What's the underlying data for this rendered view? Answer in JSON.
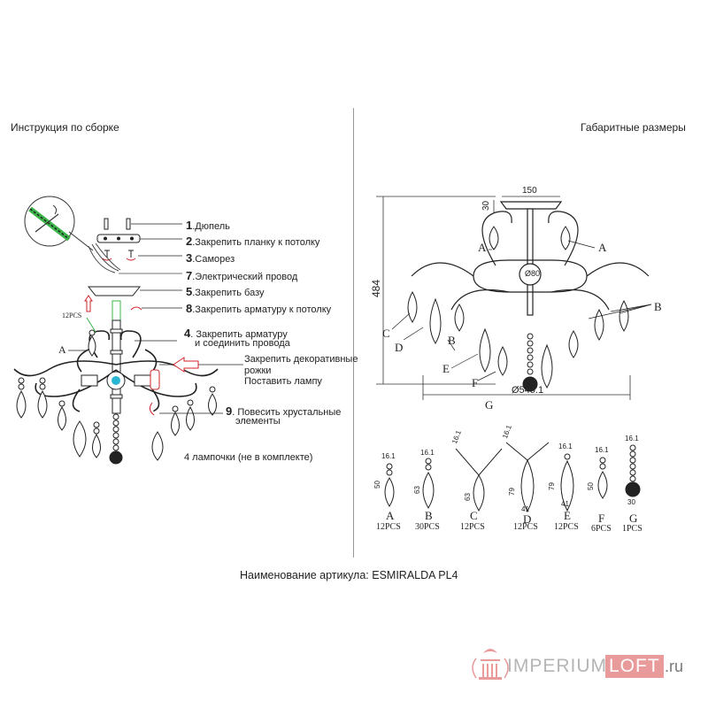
{
  "headers": {
    "left": "Инструкция по сборке",
    "right": "Габаритные размеры",
    "article": "Наименование артикула: ESMIRALDA PL4"
  },
  "steps": [
    {
      "num": "1",
      "text": ".Дюпель"
    },
    {
      "num": "2",
      "text": ".Закрепить планку к потолку"
    },
    {
      "num": "3",
      "text": ".Саморез"
    },
    {
      "num": "7",
      "text": ".Электрический провод"
    },
    {
      "num": "5",
      "text": ".Закрепить базу"
    },
    {
      "num": "8",
      "text": ".Закрепить арматуру к потолку"
    },
    {
      "num": "4",
      "text": ".",
      "line1": "Закрепить арматуру",
      "line2": "и соединить провода"
    },
    {
      "num": "",
      "text": "",
      "line1": "Закрепить декоративные",
      "line2": "рожки"
    },
    {
      "num": "",
      "text": "Поставить лампу"
    },
    {
      "num": "9",
      "text": ".",
      "line1": "Повесить хрустальные",
      "line2": "элементы"
    }
  ],
  "lamps_note": "4 лампочки (не в комплекте)",
  "left_labels": {
    "pcs": "12PCS",
    "a": "A"
  },
  "dimensions": {
    "width_top": "150",
    "height_top": "30",
    "height_total": "484",
    "ball": "Ø80",
    "diameter": "Ø545.1"
  },
  "callouts": [
    "A",
    "A",
    "B",
    "C",
    "D",
    "B",
    "E",
    "F",
    "G"
  ],
  "parts": [
    {
      "letter": "A",
      "qty": "12PCS",
      "d1": "16.1",
      "d2": "50"
    },
    {
      "letter": "B",
      "qty": "30PCS",
      "d1": "16.1",
      "d2": "63"
    },
    {
      "letter": "C",
      "qty": "12PCS",
      "d1": "16.1",
      "d2": "63"
    },
    {
      "letter": "D",
      "qty": "12PCS",
      "d1": "16.1",
      "d2": "79",
      "d3": "41"
    },
    {
      "letter": "E",
      "qty": "12PCS",
      "d1": "16.1",
      "d2": "79",
      "d3": "41"
    },
    {
      "letter": "F",
      "qty": "6PCS",
      "d1": "16.1",
      "d2": "50"
    },
    {
      "letter": "G",
      "qty": "1PCS",
      "d1": "16.1",
      "d3": "30"
    }
  ],
  "brand": {
    "imperium": "IMPERIUM",
    "loft": "LOFT",
    "tld": ".ru"
  },
  "colors": {
    "accent_pink": "#e99a9a",
    "brand_gray": "#b5b5b5",
    "red_arrow": "#d2232a",
    "green_cable": "#3cb54a",
    "cyan": "#29b6d4"
  }
}
